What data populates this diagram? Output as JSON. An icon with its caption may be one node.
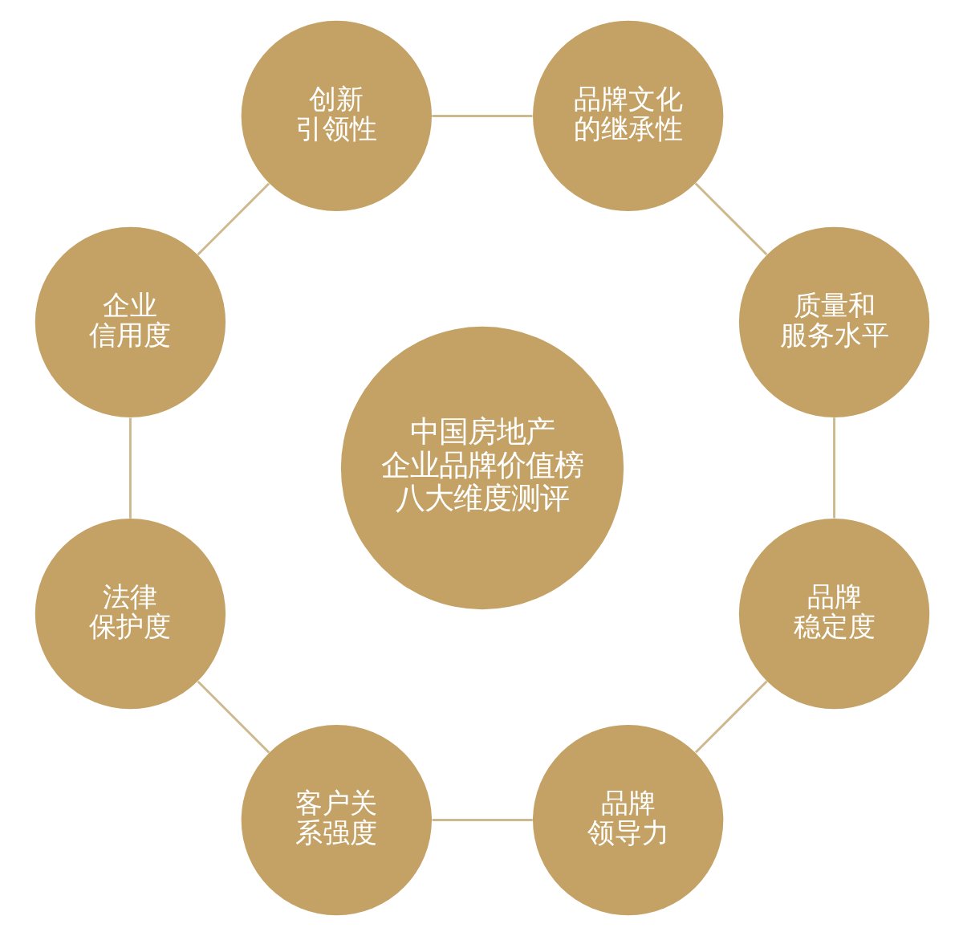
{
  "diagram": {
    "nodes": [
      {
        "text": [
          "中国房地产企业品牌价值榜",
          "八大维度测评"
        ]
      },
      {
        "text": [
          "品牌文化的继承性"
        ]
      },
      {
        "text": [
          "质量和服务水平"
        ]
      },
      {
        "text": [
          "品牌稳定度"
        ]
      },
      {
        "text": [
          "品牌领导力"
        ]
      },
      {
        "text": [
          "客户关系强度"
        ]
      },
      {
        "text": [
          "法律保护度"
        ]
      },
      {
        "text": [
          "企业信用度"
        ]
      },
      {
        "text": [
          "创新引领性"
        ]
      }
    ],
    "edges": [
      {
        "from": 1,
        "to": 2,
        "arrow": "none"
      },
      {
        "from": 2,
        "to": 3,
        "arrow": "none"
      },
      {
        "from": 3,
        "to": 4,
        "arrow": "none"
      },
      {
        "from": 4,
        "to": 5,
        "arrow": "none"
      },
      {
        "from": 5,
        "to": 6,
        "arrow": "none"
      },
      {
        "from": 6,
        "to": 7,
        "arrow": "none"
      },
      {
        "from": 7,
        "to": 8,
        "arrow": "none"
      },
      {
        "from": 8,
        "to": 1,
        "arrow": "none"
      }
    ]
  }
}
